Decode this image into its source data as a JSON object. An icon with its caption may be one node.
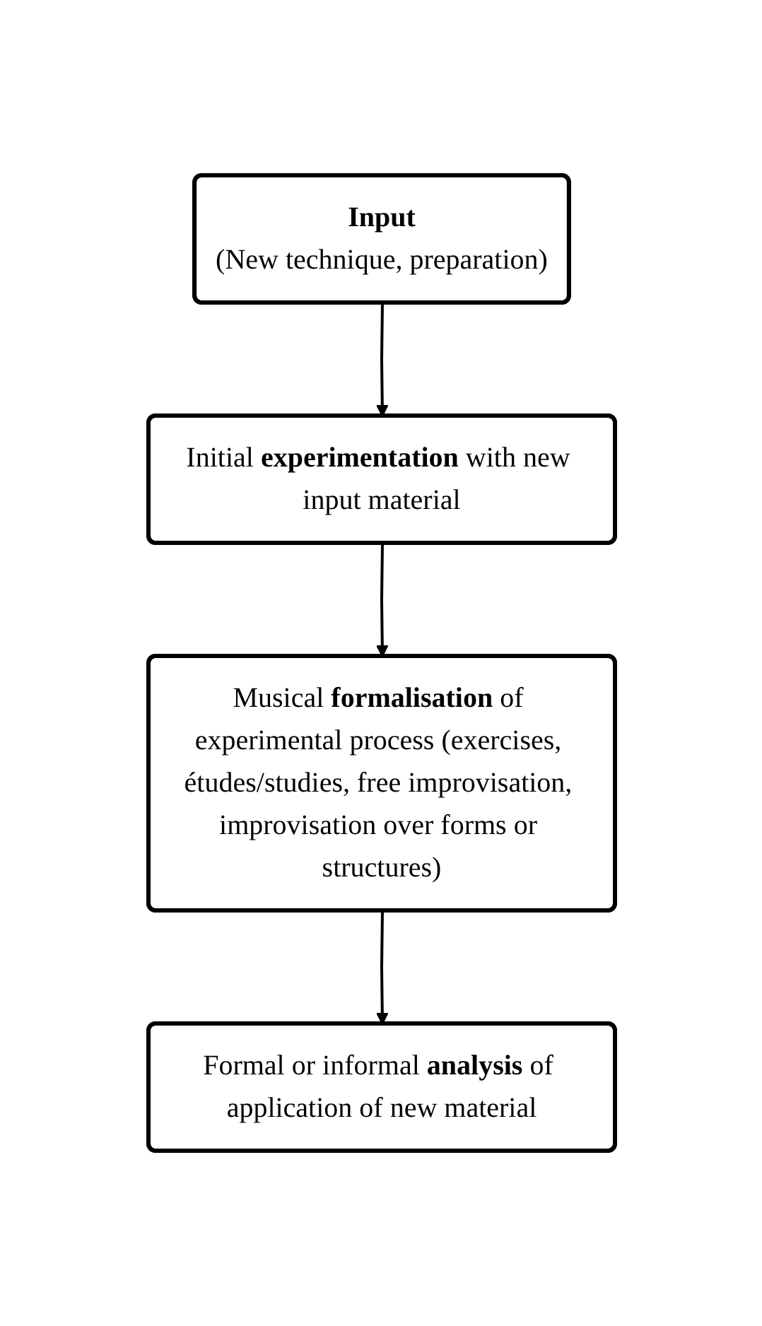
{
  "diagram": {
    "nodes": [
      {
        "text": [
          "Input",
          "(New technique, preparation)"
        ]
      },
      {
        "text": [
          "Initial **experimentation** with new input material"
        ]
      },
      {
        "text": [
          "Musical **formalisation** of experimental process (exercises, études/studies, free improvisation, improvisation over forms or structures)"
        ]
      },
      {
        "text": [
          "Formal or informal **analysis** of application of new material"
        ]
      }
    ],
    "edges": [
      {
        "from": 0,
        "to": 1,
        "arrow": "to"
      },
      {
        "from": 1,
        "to": 2,
        "arrow": "to"
      },
      {
        "from": 2,
        "to": 3,
        "arrow": "to"
      }
    ]
  }
}
